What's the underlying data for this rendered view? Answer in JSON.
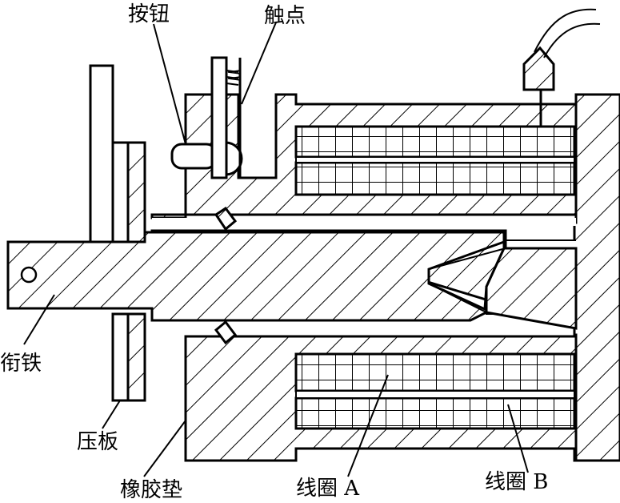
{
  "labels": {
    "button": "按钮",
    "contact": "触点",
    "armature": "衔铁",
    "pressure_plate": "压板",
    "rubber_pad": "橡胶垫",
    "coil_a": "线圈 A",
    "coil_b": "线圈 B"
  },
  "colors": {
    "line": "#000000",
    "background": "#ffffff"
  }
}
